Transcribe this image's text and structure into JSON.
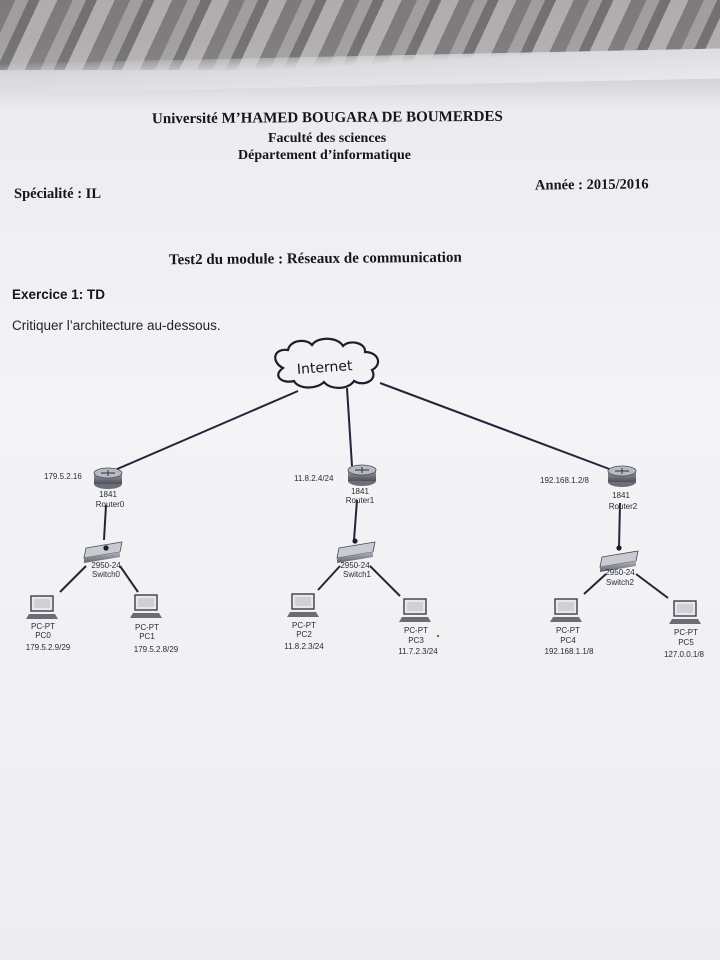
{
  "header": {
    "university": "Université M’HAMED BOUGARA DE BOUMERDES",
    "faculty": "Faculté des sciences",
    "department": "Département d’informatique",
    "specialty": "Spécialité : IL",
    "year": "Année : 2015/2016",
    "test_title": "Test2 du module : Réseaux de communication"
  },
  "exercise": {
    "title": "Exercice 1: TD",
    "instruction": "Critiquer l’architecture au-dessous."
  },
  "diagram": {
    "cloud_label": "Internet",
    "routers": [
      {
        "name": "Router0",
        "model": "1841",
        "ip": "179.5.2.16"
      },
      {
        "name": "Router1",
        "model": "1841",
        "ip": "11.8.2.4/24"
      },
      {
        "name": "Router2",
        "model": "1841",
        "ip": "192.168.1.2/8"
      }
    ],
    "switches": [
      {
        "name": "Switch0",
        "model": "2950-24"
      },
      {
        "name": "Switch1",
        "model": "2950-24"
      },
      {
        "name": "Switch2",
        "model": "2950-24"
      }
    ],
    "pcs": [
      {
        "type": "PC-PT",
        "name": "PC0",
        "ip": "179.5.2.9/29"
      },
      {
        "type": "PC-PT",
        "name": "PC1",
        "ip": "179.5.2.8/29"
      },
      {
        "type": "PC-PT",
        "name": "PC2",
        "ip": "11.8.2.3/24"
      },
      {
        "type": "PC-PT",
        "name": "PC3",
        "ip": "11.7.2.3/24"
      },
      {
        "type": "PC-PT",
        "name": "PC4",
        "ip": "192.168.1.1/8"
      },
      {
        "type": "PC-PT",
        "name": "PC5",
        "ip": "127.0.0.1/8"
      }
    ]
  },
  "colors": {
    "ink": "#15151c",
    "link": "#24243a",
    "device": "#5a5c66"
  }
}
